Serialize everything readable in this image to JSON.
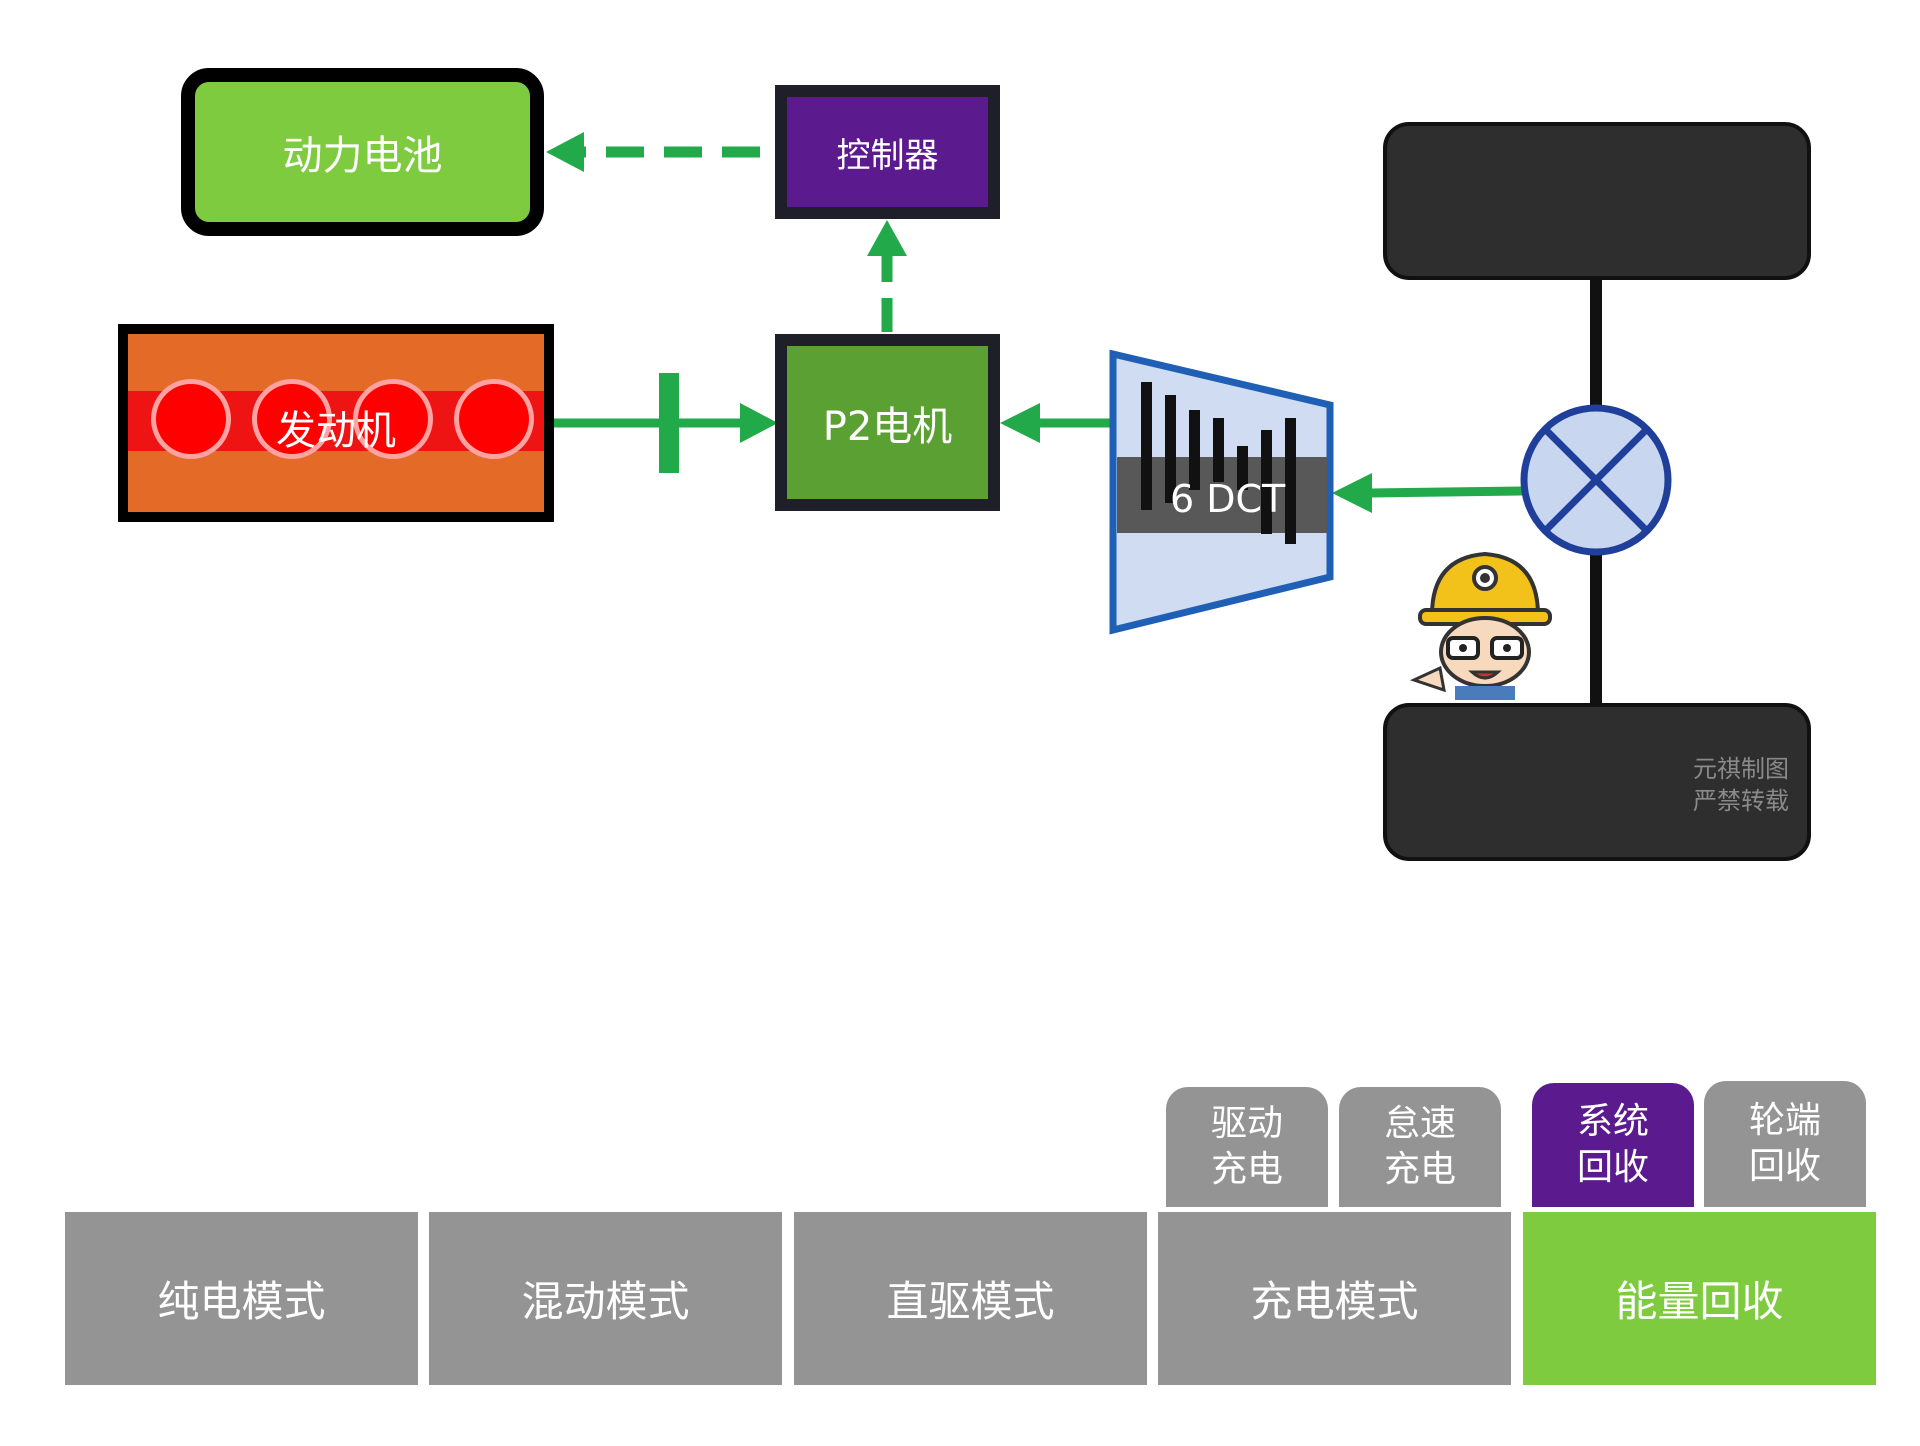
{
  "diagram": {
    "battery_label": "动力电池",
    "controller_label": "控制器",
    "engine_label": "发动机",
    "motor_label": "P2电机",
    "transmission_label": "6 DCT",
    "watermark_line1": "元祺制图",
    "watermark_line2": "严禁转载"
  },
  "tabs": [
    {
      "label": "纯电模式",
      "active": false
    },
    {
      "label": "混动模式",
      "active": false
    },
    {
      "label": "直驱模式",
      "active": false
    },
    {
      "label": "充电模式",
      "active": false
    },
    {
      "label": "能量回收",
      "active": true
    }
  ],
  "subtabs": [
    {
      "line1": "驱动",
      "line2": "充电",
      "active": false
    },
    {
      "line1": "怠速",
      "line2": "充电",
      "active": false
    },
    {
      "line1": "系统",
      "line2": "回收",
      "active": true
    },
    {
      "line1": "轮端",
      "line2": "回收",
      "active": false
    }
  ],
  "colors": {
    "flow_arrow": "#22a94a",
    "battery": "#7fcb40",
    "controller": "#5b1b8f",
    "motor": "#5aa032",
    "engine": "#e46a28",
    "tab_inactive": "#949494",
    "tab_active": "#7fcb40",
    "subtab_active": "#5b1b8f",
    "transmission_fill": "#cfdcf2",
    "transmission_border": "#1f5fb5"
  },
  "icons": [
    "engineer-mascot-icon",
    "differential-cross-icon"
  ]
}
